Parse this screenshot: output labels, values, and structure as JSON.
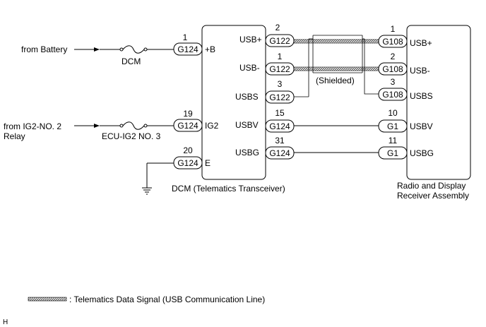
{
  "sources": {
    "battery": "from Battery",
    "ig2_line1": "from IG2-NO. 2",
    "ig2_line2": "Relay"
  },
  "fuses": {
    "dcm": "DCM",
    "ecu_ig2": "ECU-IG2 NO. 3"
  },
  "dcm": {
    "title": "DCM (Telematics Transceiver)",
    "left_pins": [
      {
        "pin": "1",
        "connector": "G124",
        "label": "+B"
      },
      {
        "pin": "19",
        "connector": "G124",
        "label": "IG2"
      },
      {
        "pin": "20",
        "connector": "G124",
        "label": "E"
      }
    ],
    "right_pins": [
      {
        "pin": "2",
        "connector": "G122",
        "label": "USB+"
      },
      {
        "pin": "1",
        "connector": "G122",
        "label": "USB-"
      },
      {
        "pin": "3",
        "connector": "G122",
        "label": "USBS"
      },
      {
        "pin": "15",
        "connector": "G124",
        "label": "USBV"
      },
      {
        "pin": "31",
        "connector": "G124",
        "label": "USBG"
      }
    ]
  },
  "radio": {
    "title_line1": "Radio and Display",
    "title_line2": "Receiver Assembly",
    "pins": [
      {
        "pin": "1",
        "connector": "G108",
        "label": "USB+"
      },
      {
        "pin": "2",
        "connector": "G108",
        "label": "USB-"
      },
      {
        "pin": "3",
        "connector": "G108",
        "label": "USBS"
      },
      {
        "pin": "10",
        "connector": "G1",
        "label": "USBV"
      },
      {
        "pin": "11",
        "connector": "G1",
        "label": "USBG"
      }
    ]
  },
  "shield_label": "(Shielded)",
  "legend": {
    "text": ": Telematics Data Signal (USB Communication Line)"
  },
  "corner_mark": "H"
}
